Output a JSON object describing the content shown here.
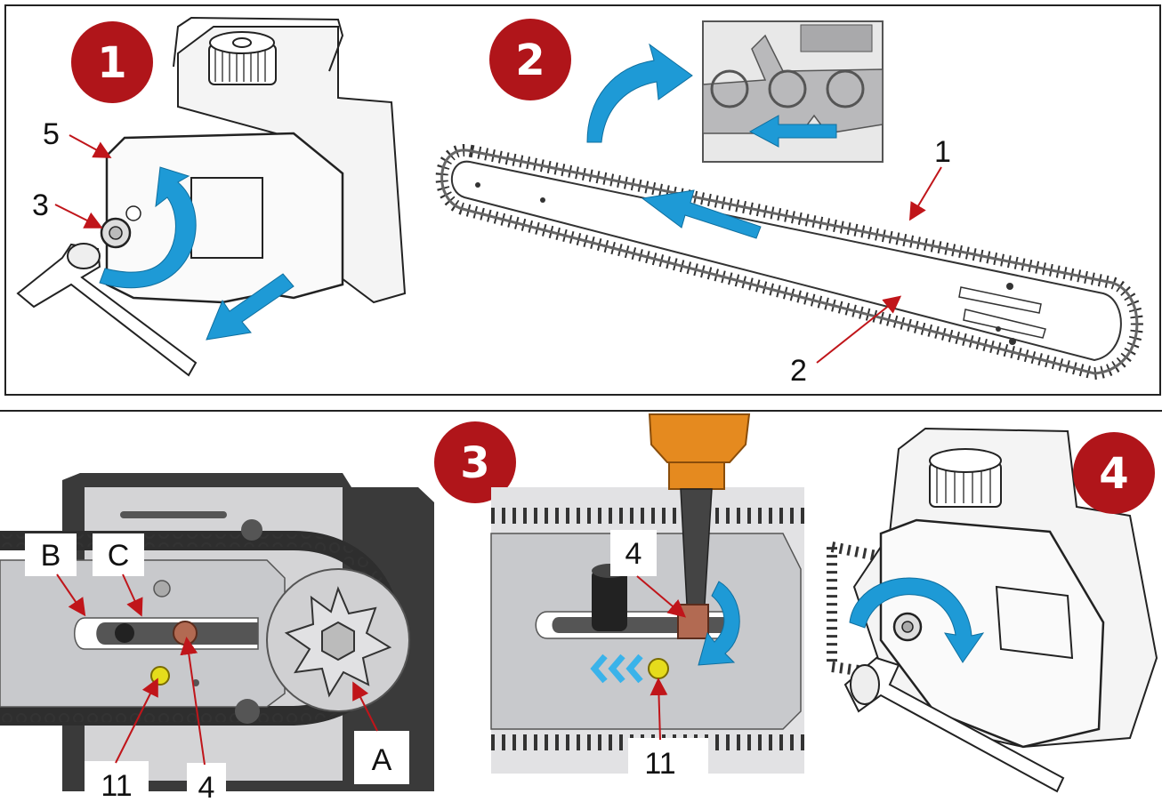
{
  "colors": {
    "step_badge": "#b0151a",
    "arrow_blue": "#1e9ad6",
    "leader_red": "#c0151a",
    "bar_grey": "#c8c9cc",
    "dark_grey": "#3a3a3a",
    "frame": "#222222"
  },
  "steps": [
    "1",
    "2",
    "3",
    "4"
  ],
  "panel1": {
    "callouts": [
      "5",
      "3"
    ]
  },
  "panel2": {
    "callouts": [
      "1",
      "2"
    ]
  },
  "panel3a": {
    "callouts": [
      "B",
      "C",
      "11",
      "4",
      "A"
    ]
  },
  "panel3b": {
    "callouts": [
      "4",
      "11"
    ]
  },
  "icons": [
    "curved-arrow-icon",
    "straight-arrow-icon",
    "chevrons-icon"
  ]
}
